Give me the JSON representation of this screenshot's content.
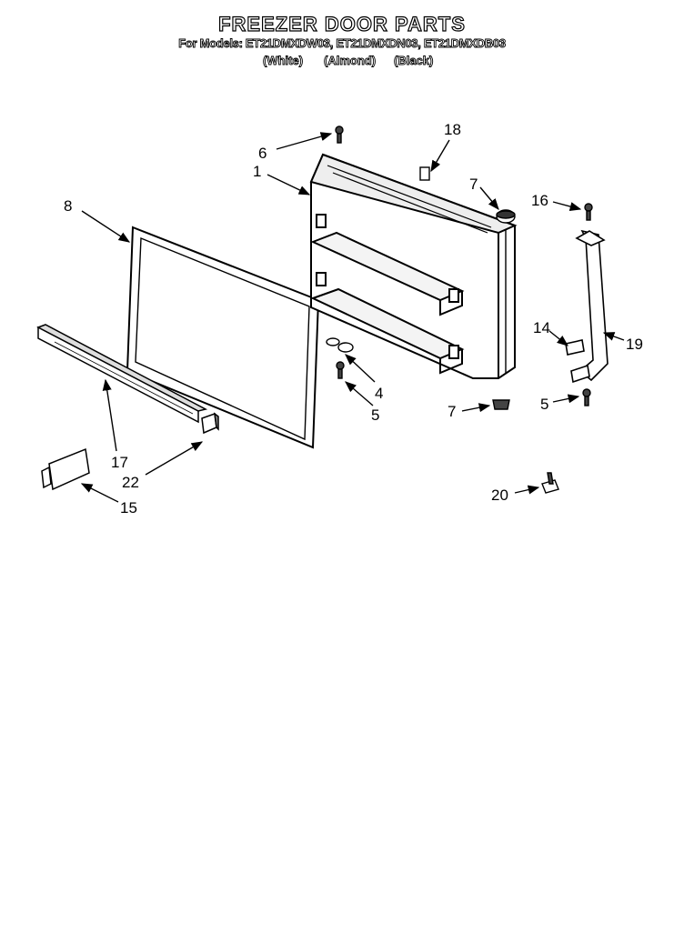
{
  "title": "FREEZER DOOR PARTS",
  "models_line": "For Models: ET21DMXDW03, ET21DMXDN03, ET21DMXDB03",
  "colors": [
    "(White)",
    "(Almond)",
    "(Black)"
  ],
  "callouts": [
    "6",
    "18",
    "1",
    "7",
    "16",
    "8",
    "14",
    "19",
    "4",
    "5",
    "7",
    "5",
    "17",
    "22",
    "15",
    "20"
  ]
}
